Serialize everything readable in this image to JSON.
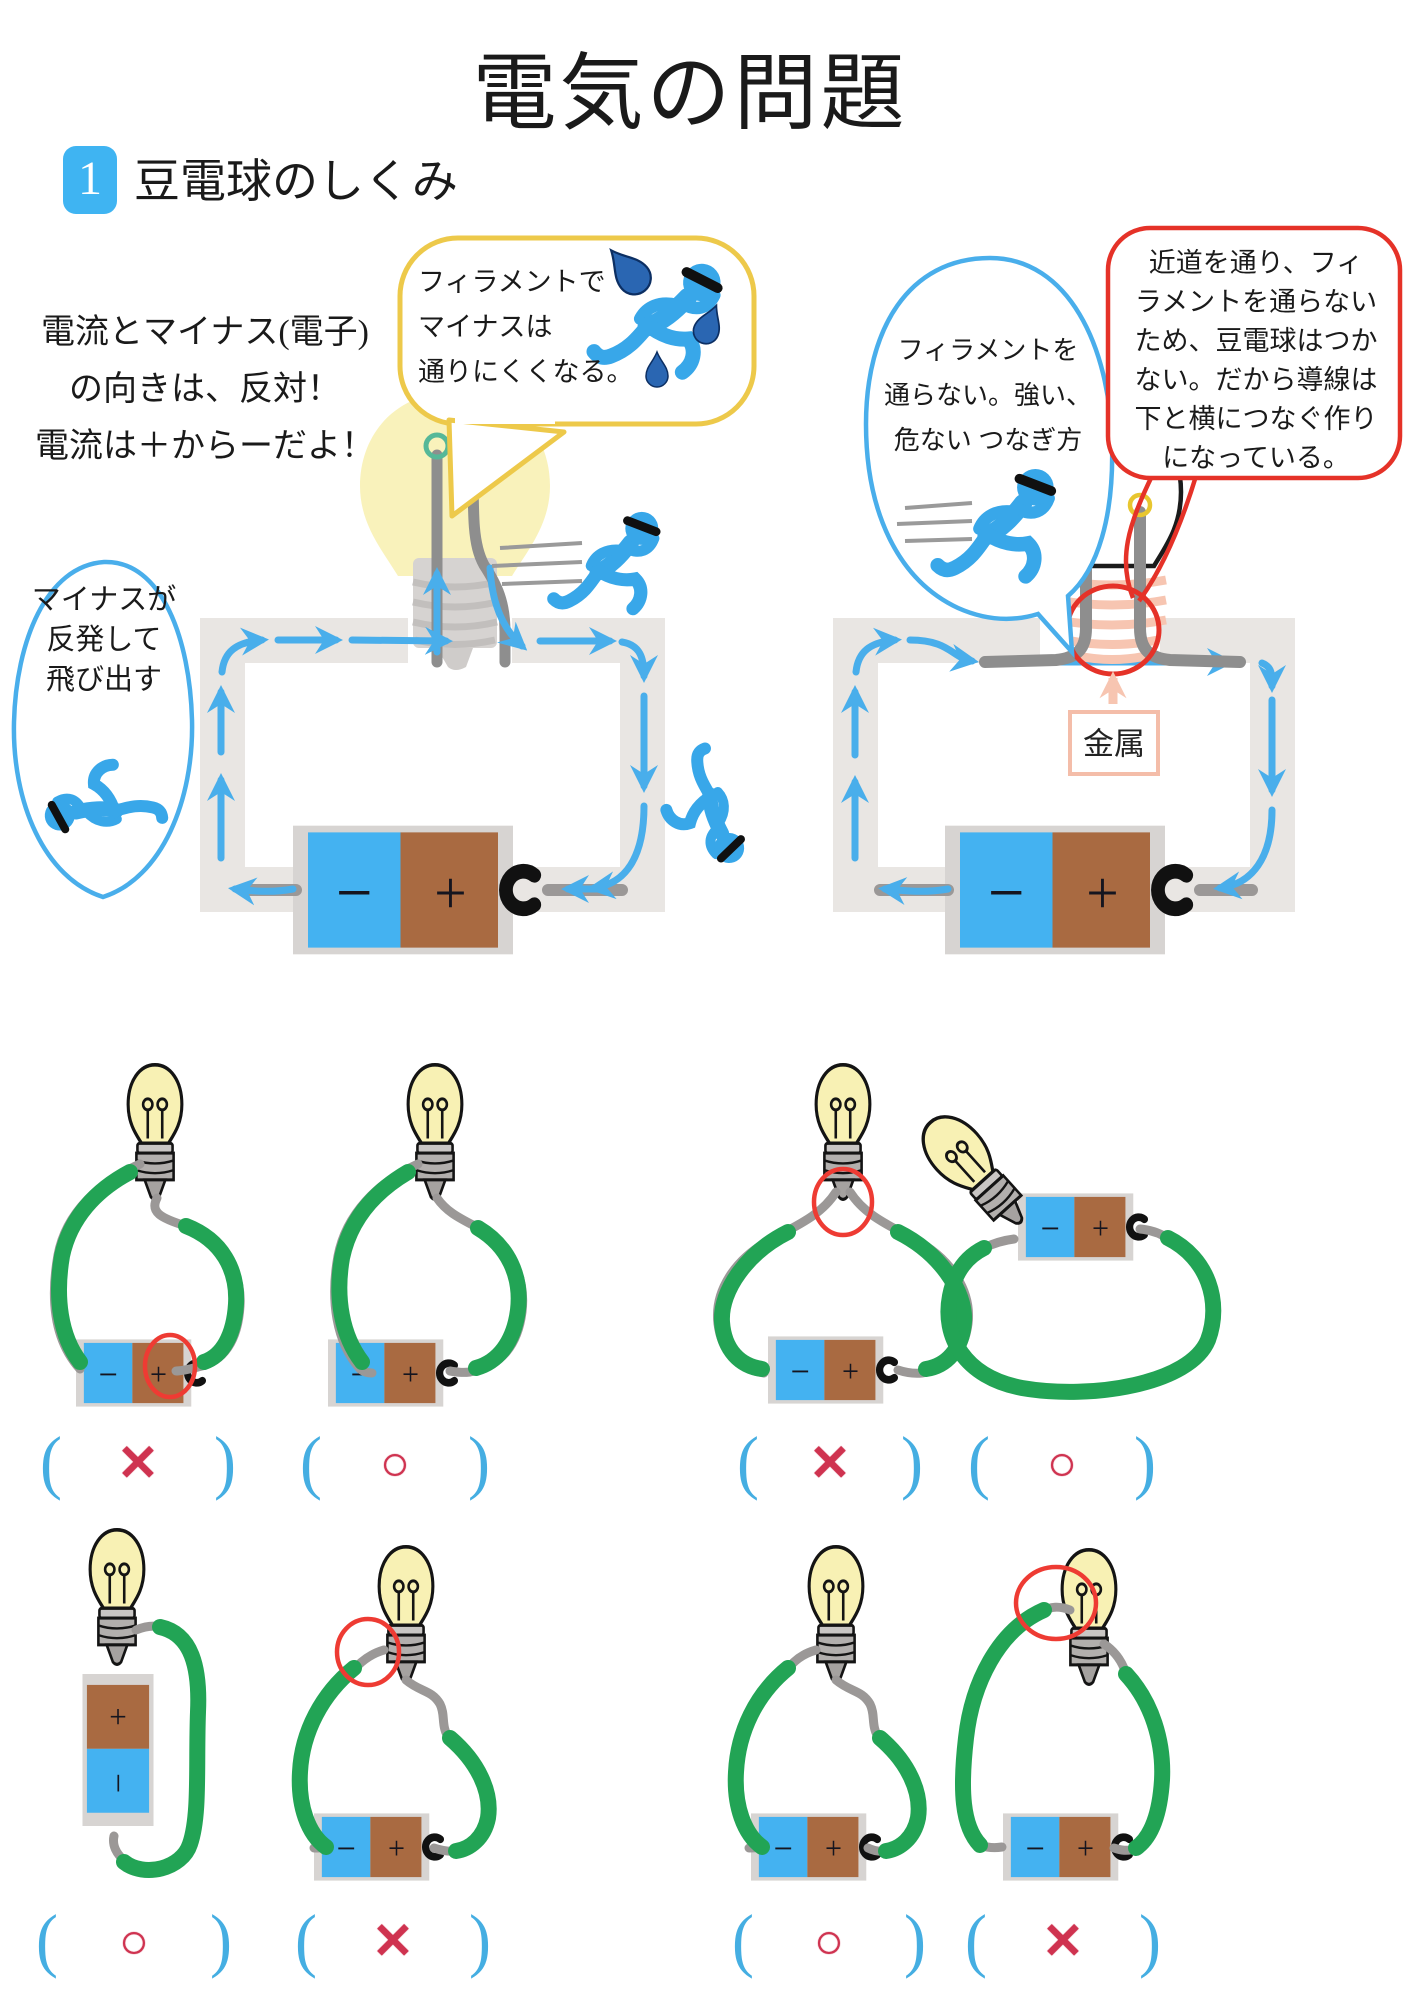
{
  "page": {
    "title": "電気の問題"
  },
  "section": {
    "number": "1",
    "label": "豆電球のしくみ"
  },
  "intro": {
    "line1": "電流とマイナス(電子)",
    "line2": "の向きは、反対！",
    "line3": "電流は＋からーだよ！"
  },
  "bubbles": {
    "yellow": {
      "lines": [
        "フィラメントで",
        "マイナスは",
        "通りにくくなる。"
      ]
    },
    "minus_jump": {
      "lines": [
        "マイナスが",
        "反発して",
        "飛び出す"
      ]
    },
    "filament_avoid": {
      "lines": [
        "フィラメントを",
        "通らない。強い、",
        "危ない つなぎ方"
      ]
    },
    "shortcut": {
      "lines": [
        "近道を通り、フィ",
        "ラメントを通らない",
        "ため、豆電球はつか",
        "ない。だから導線は",
        "下と横につなぐ作り",
        "になっている。"
      ]
    }
  },
  "labels": {
    "metal": "金属",
    "battery_minus": "−",
    "battery_plus": "+"
  },
  "colors": {
    "accent_blue": "#3fb4f2",
    "wire_green": "#22a455",
    "error_red": "#e53228",
    "answer_red": "#cf3350"
  },
  "quiz": {
    "open_paren": "(",
    "close_paren": ")",
    "row1": [
      {
        "answer": "✕"
      },
      {
        "answer": "○"
      },
      {
        "answer": "✕"
      },
      {
        "answer": "○"
      }
    ],
    "row2": [
      {
        "answer": "○"
      },
      {
        "answer": "✕"
      },
      {
        "answer": "○"
      },
      {
        "answer": "✕"
      }
    ]
  }
}
